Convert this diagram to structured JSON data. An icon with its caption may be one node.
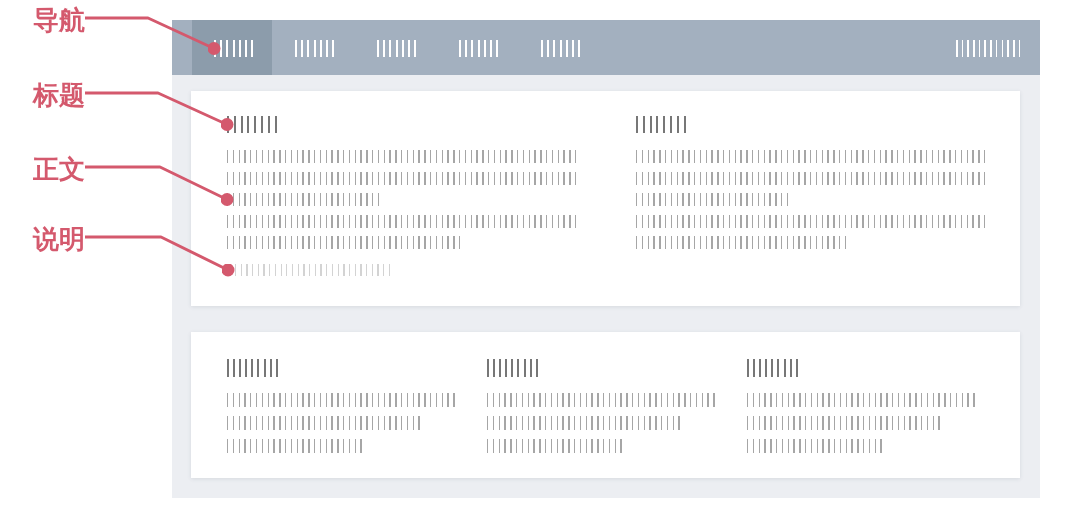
{
  "diagram": {
    "nodes": [
      {
        "text": [
          "导航"
        ]
      },
      {
        "text": [],
        "shape": "bar"
      },
      {
        "text": [],
        "shape": "bar"
      },
      {
        "text": [],
        "shape": "bar"
      },
      {
        "text": [],
        "shape": "bar"
      },
      {
        "text": [],
        "shape": "bar"
      },
      {
        "text": [],
        "shape": "bar"
      },
      {
        "text": [
          "标题"
        ]
      },
      {
        "text": [],
        "shape": "bar"
      },
      {
        "text": [],
        "shape": "bar"
      },
      {
        "text": [
          "正文"
        ]
      },
      {
        "text": [],
        "shape": "box"
      },
      {
        "text": [],
        "shape": "box"
      },
      {
        "text": [
          "说明"
        ]
      },
      {
        "text": [],
        "shape": "bar"
      },
      {
        "text": [],
        "shape": "bar"
      },
      {
        "text": [],
        "shape": "bar"
      },
      {
        "text": [],
        "shape": "bar"
      },
      {
        "text": [],
        "shape": "box"
      },
      {
        "text": [],
        "shape": "box"
      },
      {
        "text": [],
        "shape": "box"
      }
    ],
    "edges": [
      {
        "from": 0,
        "to": 1,
        "arrow": "other"
      },
      {
        "from": 7,
        "to": 8,
        "arrow": "other"
      },
      {
        "from": 10,
        "to": 11,
        "arrow": "other"
      },
      {
        "from": 13,
        "to": 14,
        "arrow": "other"
      }
    ]
  }
}
